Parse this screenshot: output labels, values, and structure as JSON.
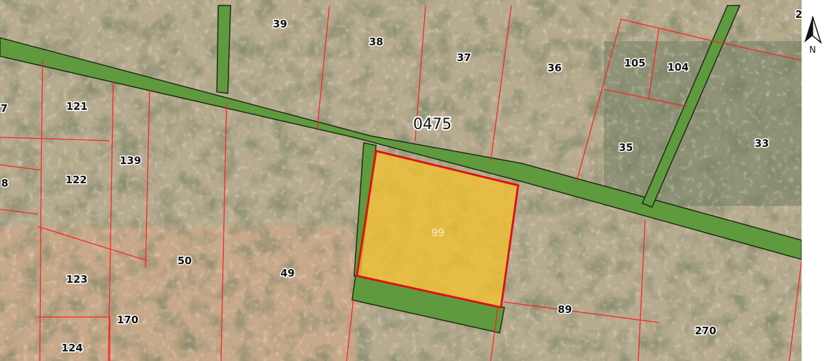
{
  "map": {
    "north_label": "N",
    "road_label": "0475",
    "subject_parcel": "99",
    "parcels": [
      "39",
      "38",
      "37",
      "36",
      "105",
      "104",
      "2",
      "7",
      "121",
      "139",
      "122",
      "8",
      "35",
      "33",
      "50",
      "49",
      "123",
      "170",
      "124",
      "89",
      "270"
    ],
    "colors": {
      "road_fill": "#5f9a3e",
      "parcel_line": "#ff2020",
      "subject_fill": "#f2c230",
      "subject_outline": "#e01010",
      "imagery_base": "#b9ad8e"
    }
  }
}
